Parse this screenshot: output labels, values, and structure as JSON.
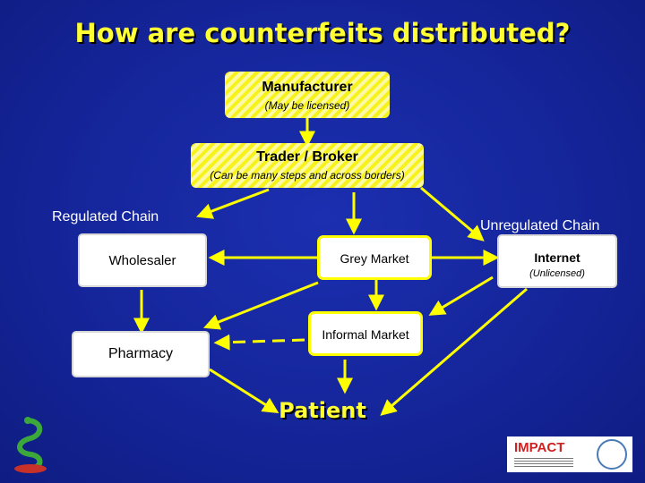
{
  "title": "How are counterfeits distributed?",
  "nodes": {
    "manufacturer": {
      "label": "Manufacturer",
      "note": "(May be licensed)"
    },
    "trader": {
      "label": "Trader / Broker",
      "note": "(Can be many steps and across borders)"
    },
    "wholesaler": {
      "label": "Wholesaler"
    },
    "grey_market": {
      "label": "Grey Market"
    },
    "internet": {
      "label": "Internet",
      "note": "(Unlicensed)"
    },
    "informal_market": {
      "label": "Informal Market"
    },
    "pharmacy": {
      "label": "Pharmacy"
    },
    "patient": {
      "label": "Patient"
    }
  },
  "labels": {
    "regulated": "Regulated Chain",
    "unregulated": "Unregulated Chain"
  },
  "logos": {
    "impact": "IMPACT"
  },
  "colors": {
    "background": "#15259a",
    "title": "#ffff33",
    "arrow": "#ffff00",
    "box_border_yellow": "#ffff00"
  }
}
